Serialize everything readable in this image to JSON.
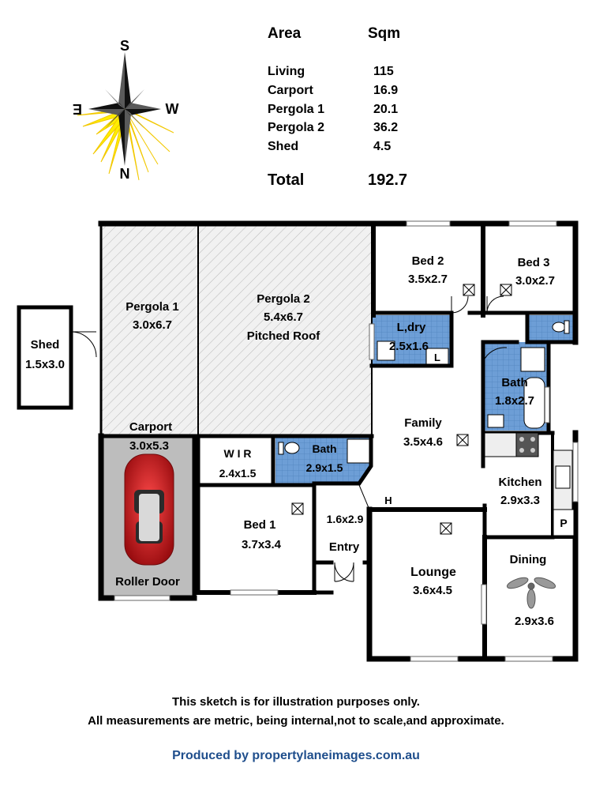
{
  "area_table": {
    "header_area": "Area",
    "header_sqm": "Sqm",
    "rows": [
      {
        "name": "Living",
        "sqm": "115"
      },
      {
        "name": "Carport",
        "sqm": "16.9"
      },
      {
        "name": "Pergola 1",
        "sqm": "20.1"
      },
      {
        "name": "Pergola 2",
        "sqm": "36.2"
      },
      {
        "name": "Shed",
        "sqm": "4.5"
      }
    ],
    "total_label": "Total",
    "total_value": "192.7"
  },
  "compass": {
    "n": "N",
    "s": "S",
    "e": "E",
    "w": "W"
  },
  "rooms": {
    "shed": {
      "name": "Shed",
      "size": "1.5x3.0"
    },
    "pergola1": {
      "name": "Pergola 1",
      "size": "3.0x6.7"
    },
    "pergola2": {
      "name": "Pergola 2",
      "size": "5.4x6.7",
      "note": "Pitched Roof"
    },
    "carport": {
      "name": "Carport",
      "size": "3.0x5.3",
      "door": "Roller Door"
    },
    "wir": {
      "name": "W I R",
      "size": "2.4x1.5"
    },
    "bath_small": {
      "name": "Bath",
      "size": "2.9x1.5"
    },
    "bed1": {
      "name": "Bed 1",
      "size": "3.7x3.4"
    },
    "hall": {
      "size": "1.6x2.9",
      "marker": "H"
    },
    "entry": {
      "name": "Entry"
    },
    "bed2": {
      "name": "Bed 2",
      "size": "3.5x2.7"
    },
    "bed3": {
      "name": "Bed 3",
      "size": "3.0x2.7"
    },
    "laundry": {
      "name": "L,dry",
      "size": "2.5x1.6",
      "linen": "L"
    },
    "family": {
      "name": "Family",
      "size": "3.5x4.6"
    },
    "bath_main": {
      "name": "Bath",
      "size": "1.8x2.7"
    },
    "kitchen": {
      "name": "Kitchen",
      "size": "2.9x3.3",
      "pantry": "P"
    },
    "lounge": {
      "name": "Lounge",
      "size": "3.6x4.5"
    },
    "dining": {
      "name": "Dining",
      "size": "2.9x3.6"
    }
  },
  "footer": {
    "disclaimer1": "This sketch is for illustration purposes only.",
    "disclaimer2": "All measurements are metric, being internal,not to scale,and approximate.",
    "credit": "Produced by propertylaneimages.com.au"
  },
  "colors": {
    "credit": "#1f4e8c",
    "wet_area": "#6d9ed6",
    "carport_floor": "#bdbdbd",
    "car": "#c8161b",
    "compass_glow": "#ffee00"
  }
}
